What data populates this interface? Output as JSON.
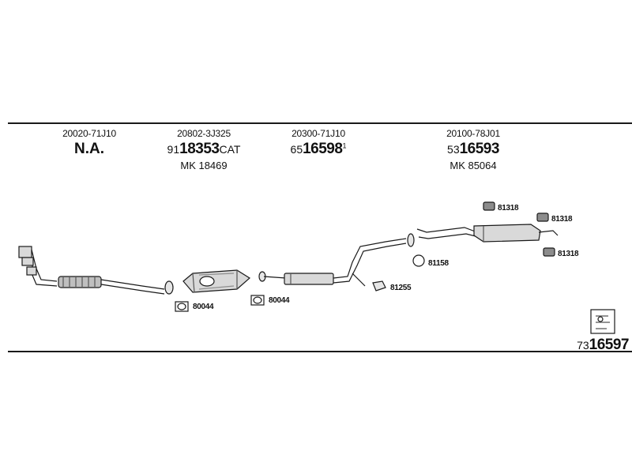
{
  "columns": [
    {
      "oem": "20020-71J10",
      "main": "N.A.",
      "mk": ""
    },
    {
      "oem": "20802-3J325",
      "prefix": "91",
      "number": "18353",
      "suffix": "CAT",
      "mk": "MK 18469"
    },
    {
      "oem": "20300-71J10",
      "prefix": "65",
      "number": "16598",
      "suffix": "1",
      "mk": ""
    },
    {
      "oem": "20100-78J01",
      "prefix": "53",
      "number": "16593",
      "suffix": "",
      "mk": "MK 85064"
    }
  ],
  "accessories": {
    "gasket_1": "80044",
    "gasket_2": "80044",
    "clamp": "81255",
    "ring": "81158",
    "hanger_1": "81318",
    "hanger_2": "81318",
    "hanger_3": "81318"
  },
  "footer": {
    "prefix": "73",
    "number": "16597"
  },
  "colors": {
    "line": "#1a1a1a",
    "part_fill": "#d9d9d9",
    "part_shade": "#8c8c8c"
  }
}
